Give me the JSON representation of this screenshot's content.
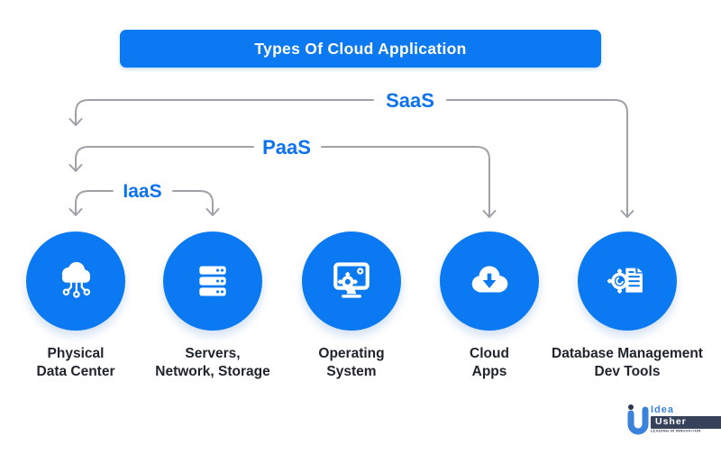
{
  "title": "Types Of Cloud Application",
  "colors": {
    "primary_blue": "#0b79f2",
    "layer_text_blue": "#0d72ef",
    "connector_gray": "#9ea2a8",
    "label_dark": "#1f232b",
    "logo_navy": "#36415a"
  },
  "layers": [
    {
      "label": "SaaS"
    },
    {
      "label": "PaaS"
    },
    {
      "label": "IaaS"
    }
  ],
  "nodes": [
    {
      "icon": "cloud-network-icon",
      "label_line1": "Physical",
      "label_line2": "Data Center"
    },
    {
      "icon": "server-stack-icon",
      "label_line1": "Servers,",
      "label_line2": "Network, Storage"
    },
    {
      "icon": "monitor-gear-icon",
      "label_line1": "Operating",
      "label_line2": "System"
    },
    {
      "icon": "cloud-download-icon",
      "label_line1": "Cloud",
      "label_line2": "Apps"
    },
    {
      "icon": "gear-document-icon",
      "label_line1": "Database Management",
      "label_line2": "Dev Tools"
    }
  ],
  "logo": {
    "brand_top": "Idea",
    "brand_bottom": "Usher",
    "tagline": "LEADING IN INNOVATION"
  }
}
